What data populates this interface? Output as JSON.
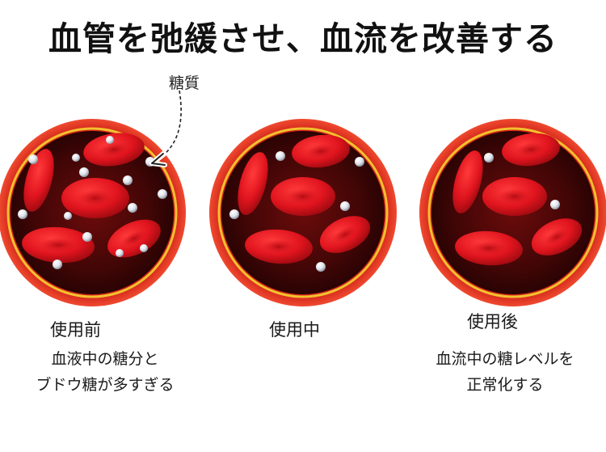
{
  "title": "血管を弛緩させ、血流を改善する",
  "sugar_label": "糖質",
  "stages": [
    {
      "label": "使用前",
      "note_lines": [
        "血液中の糖分と",
        "ブドウ糖が多すぎる"
      ]
    },
    {
      "label": "使用中",
      "note_lines": []
    },
    {
      "label": "使用後",
      "note_lines": [
        "血流中の糖レベルを",
        "正常化する"
      ]
    }
  ],
  "colors": {
    "vessel_wall": "#e52e22",
    "vessel_rim": "#f2c12e",
    "lumen_dark": "#3a0505",
    "red_cell": "#e0141e",
    "sugar_particle": "#dfe3ea"
  }
}
